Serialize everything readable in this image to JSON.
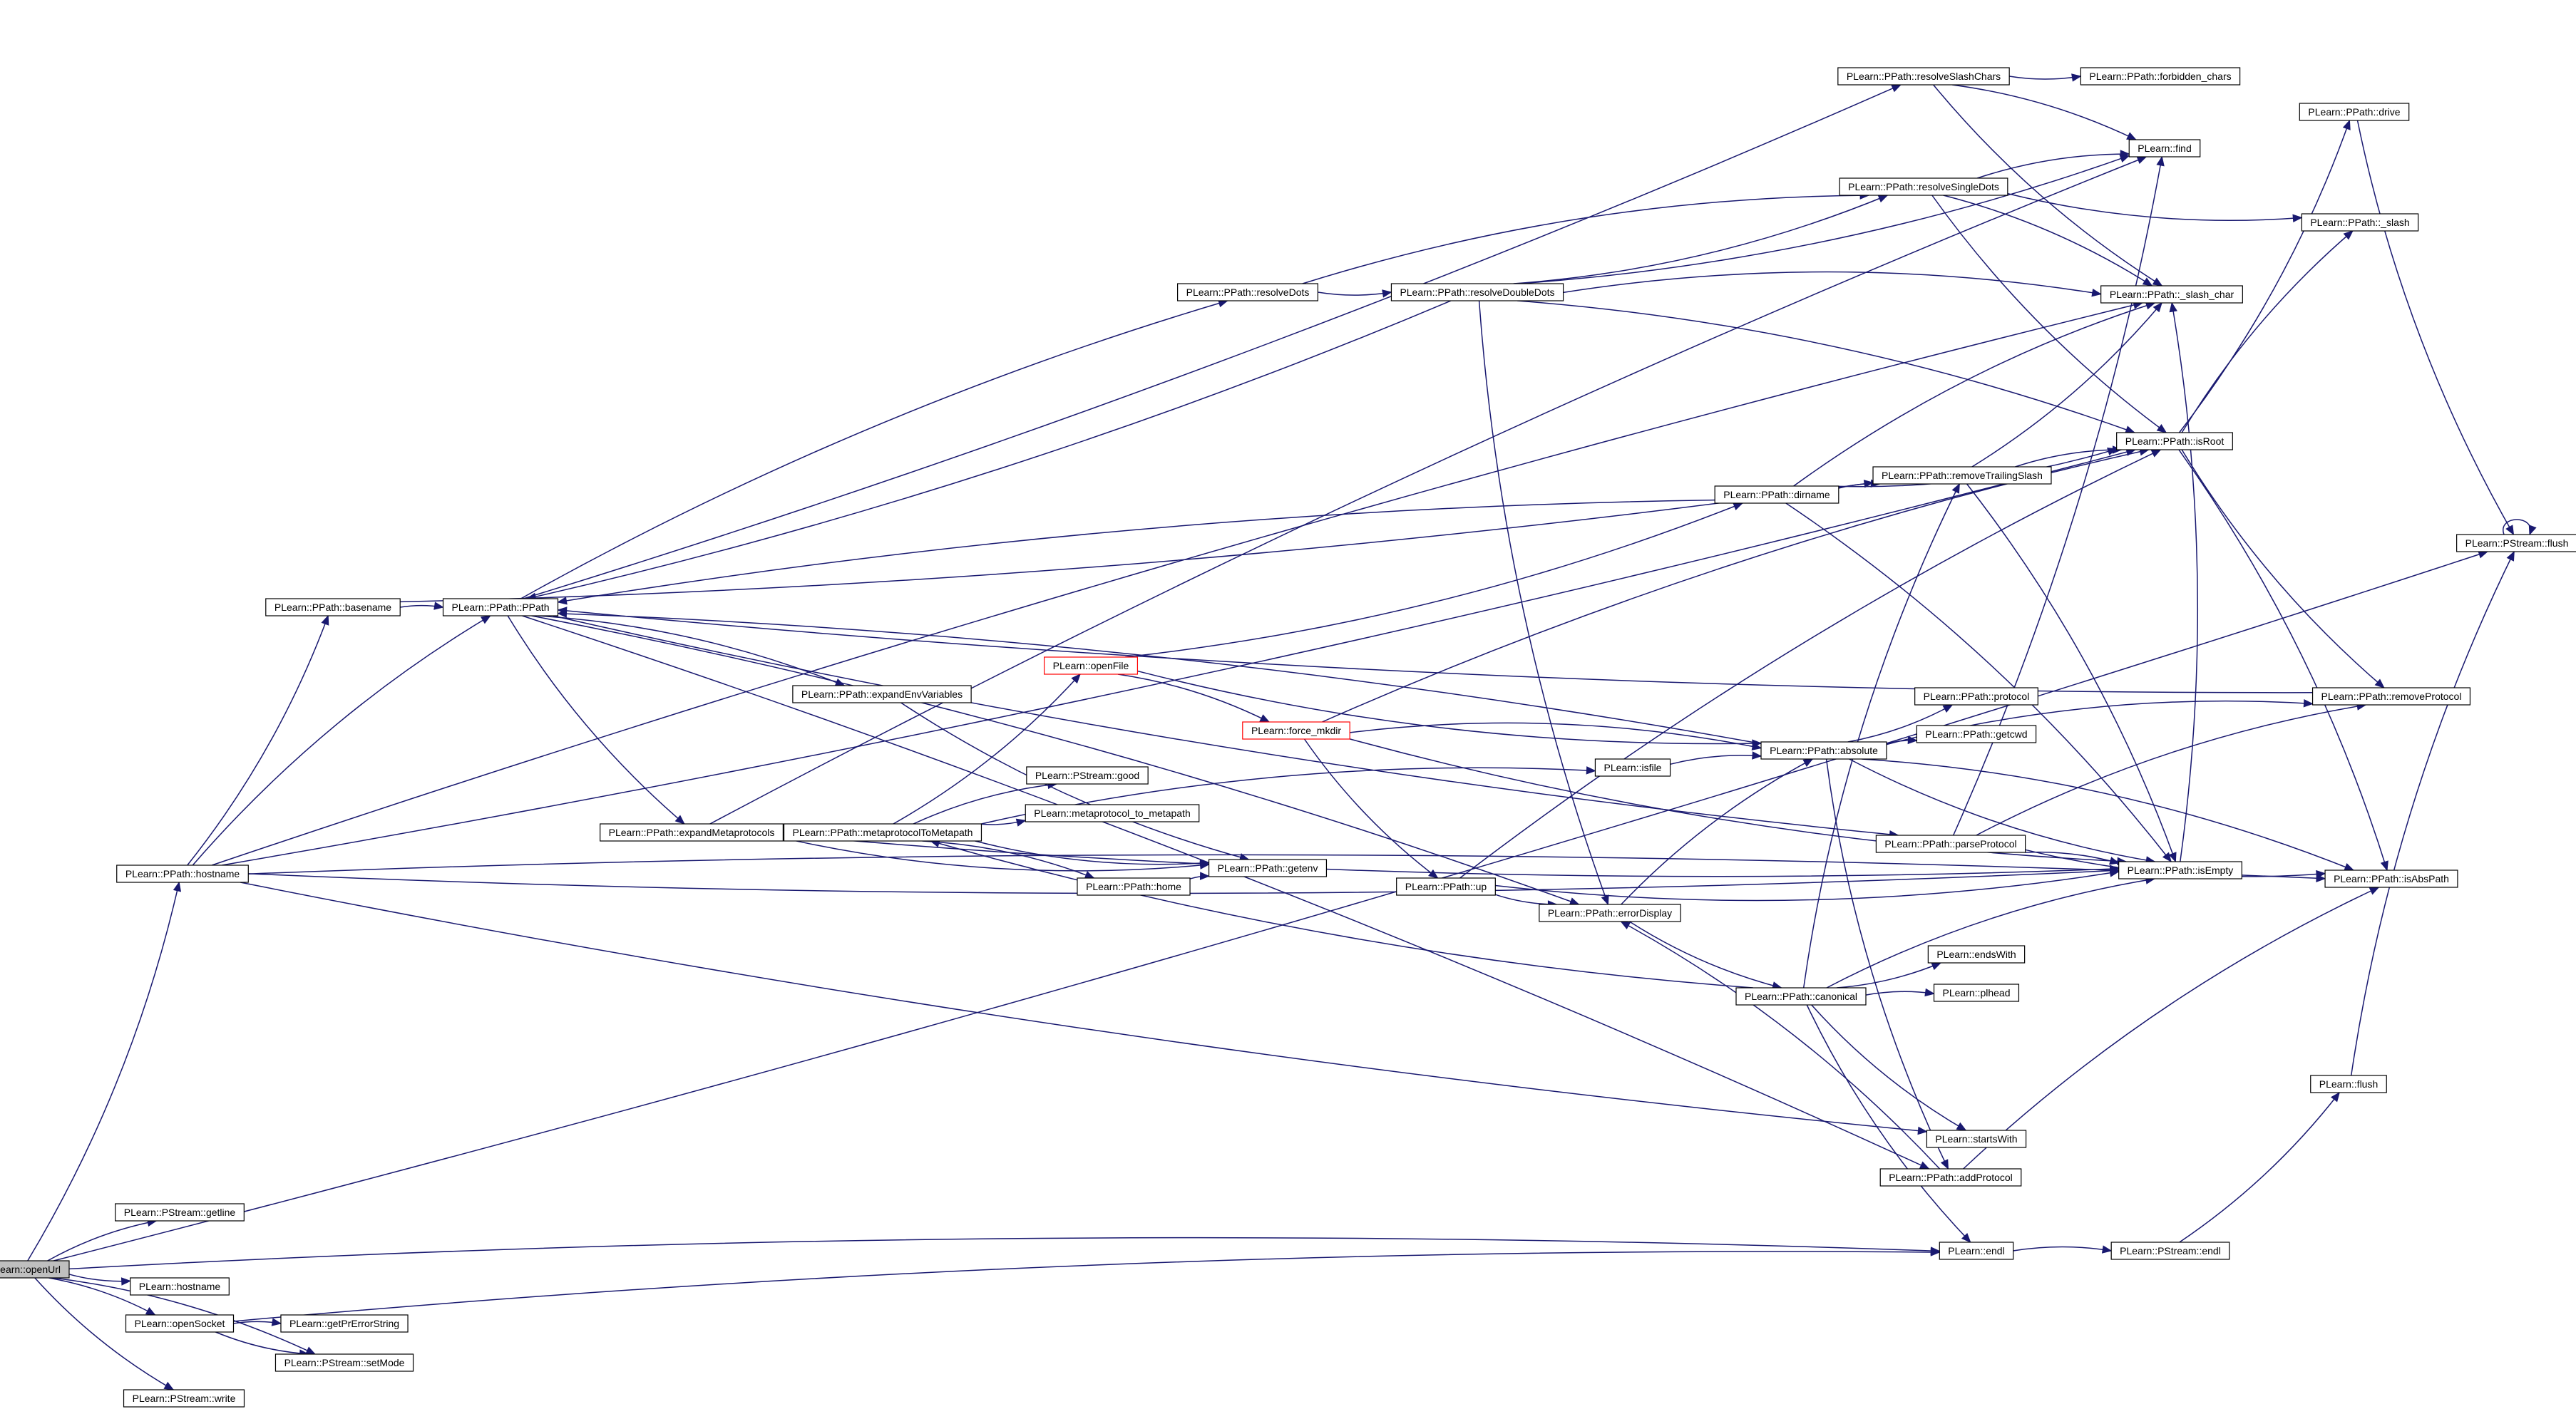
{
  "colors": {
    "edge": "#191970",
    "node_border": "#000000",
    "error_border": "#ff0000",
    "root_fill": "#bfbfbf",
    "background": "#ffffff"
  },
  "nodes": [
    {
      "id": "openUrl",
      "label": "PLearn::openUrl",
      "style": "root"
    },
    {
      "id": "getline",
      "label": "PLearn::PStream::getline"
    },
    {
      "id": "hostname",
      "label": "PLearn::hostname"
    },
    {
      "id": "openSocket",
      "label": "PLearn::openSocket"
    },
    {
      "id": "write",
      "label": "PLearn::PStream::write"
    },
    {
      "id": "getPrErrorString",
      "label": "PLearn::getPrErrorString"
    },
    {
      "id": "setMode",
      "label": "PLearn::PStream::setMode"
    },
    {
      "id": "pp_hostname",
      "label": "PLearn::PPath::hostname"
    },
    {
      "id": "basename",
      "label": "PLearn::PPath::basename"
    },
    {
      "id": "ppath",
      "label": "PLearn::PPath::PPath"
    },
    {
      "id": "expandEnv",
      "label": "PLearn::PPath::expandEnvVariables"
    },
    {
      "id": "expandMeta",
      "label": "PLearn::PPath::expandMetaprotocols"
    },
    {
      "id": "metaToMeta",
      "label": "PLearn::PPath::metaprotocolToMetapath"
    },
    {
      "id": "ps_good",
      "label": "PLearn::PStream::good"
    },
    {
      "id": "meta_to_path",
      "label": "PLearn::metaprotocol_to_metapath"
    },
    {
      "id": "home",
      "label": "PLearn::PPath::home"
    },
    {
      "id": "getenv",
      "label": "PLearn::PPath::getenv"
    },
    {
      "id": "openFile",
      "label": "PLearn::openFile",
      "style": "red"
    },
    {
      "id": "force_mkdir",
      "label": "PLearn::force_mkdir",
      "style": "red"
    },
    {
      "id": "isfile",
      "label": "PLearn::isfile"
    },
    {
      "id": "up",
      "label": "PLearn::PPath::up"
    },
    {
      "id": "errorDisplay",
      "label": "PLearn::PPath::errorDisplay"
    },
    {
      "id": "canonical",
      "label": "PLearn::PPath::canonical"
    },
    {
      "id": "absolute",
      "label": "PLearn::PPath::absolute"
    },
    {
      "id": "dirname",
      "label": "PLearn::PPath::dirname"
    },
    {
      "id": "resolveDots",
      "label": "PLearn::PPath::resolveDots"
    },
    {
      "id": "resolveDoubleDots",
      "label": "PLearn::PPath::resolveDoubleDots"
    },
    {
      "id": "resolveSlashChars",
      "label": "PLearn::PPath::resolveSlashChars"
    },
    {
      "id": "forbidden_chars",
      "label": "PLearn::PPath::forbidden_chars"
    },
    {
      "id": "resolveSingleDots",
      "label": "PLearn::PPath::resolveSingleDots"
    },
    {
      "id": "find",
      "label": "PLearn::find"
    },
    {
      "id": "slash_char",
      "label": "PLearn::PPath::_slash_char"
    },
    {
      "id": "removeTrailingSlash",
      "label": "PLearn::PPath::removeTrailingSlash"
    },
    {
      "id": "isRoot",
      "label": "PLearn::PPath::isRoot"
    },
    {
      "id": "protocol",
      "label": "PLearn::PPath::protocol"
    },
    {
      "id": "getcwd",
      "label": "PLearn::PPath::getcwd"
    },
    {
      "id": "parseProtocol",
      "label": "PLearn::PPath::parseProtocol"
    },
    {
      "id": "isEmpty",
      "label": "PLearn::PPath::isEmpty"
    },
    {
      "id": "endsWith",
      "label": "PLearn::endsWith"
    },
    {
      "id": "pl_head",
      "label": "PLearn::plhead"
    },
    {
      "id": "startsWith",
      "label": "PLearn::startsWith"
    },
    {
      "id": "addProtocol",
      "label": "PLearn::PPath::addProtocol"
    },
    {
      "id": "endl",
      "label": "PLearn::endl"
    },
    {
      "id": "ps_endl",
      "label": "PLearn::PStream::endl"
    },
    {
      "id": "drive",
      "label": "PLearn::PPath::drive"
    },
    {
      "id": "slash",
      "label": "PLearn::PPath::_slash"
    },
    {
      "id": "removeProtocol",
      "label": "PLearn::PPath::removeProtocol"
    },
    {
      "id": "isAbsPath",
      "label": "PLearn::PPath::isAbsPath"
    },
    {
      "id": "pl_flush",
      "label": "PLearn::flush"
    },
    {
      "id": "ps_flush",
      "label": "PLearn::PStream::flush"
    }
  ],
  "edges": [
    [
      "openUrl",
      "getline"
    ],
    [
      "openUrl",
      "hostname"
    ],
    [
      "openUrl",
      "openSocket"
    ],
    [
      "openUrl",
      "write"
    ],
    [
      "openUrl",
      "setMode"
    ],
    [
      "openUrl",
      "pp_hostname"
    ],
    [
      "openUrl",
      "endl"
    ],
    [
      "openUrl",
      "ps_flush"
    ],
    [
      "openSocket",
      "getPrErrorString"
    ],
    [
      "openSocket",
      "setMode"
    ],
    [
      "openSocket",
      "endl"
    ],
    [
      "pp_hostname",
      "basename"
    ],
    [
      "pp_hostname",
      "ppath"
    ],
    [
      "pp_hostname",
      "isRoot"
    ],
    [
      "pp_hostname",
      "slash_char"
    ],
    [
      "pp_hostname",
      "isEmpty"
    ],
    [
      "pp_hostname",
      "isAbsPath"
    ],
    [
      "pp_hostname",
      "startsWith"
    ],
    [
      "basename",
      "ppath"
    ],
    [
      "basename",
      "removeTrailingSlash"
    ],
    [
      "ppath",
      "expandEnv"
    ],
    [
      "ppath",
      "expandMeta"
    ],
    [
      "ppath",
      "resolveDots"
    ],
    [
      "ppath",
      "resolveSlashChars"
    ],
    [
      "ppath",
      "errorDisplay"
    ],
    [
      "ppath",
      "parseProtocol"
    ],
    [
      "ppath",
      "addProtocol"
    ],
    [
      "expandEnv",
      "getenv"
    ],
    [
      "expandMeta",
      "metaToMeta"
    ],
    [
      "expandMeta",
      "getenv"
    ],
    [
      "expandMeta",
      "find"
    ],
    [
      "expandMeta",
      "isEmpty"
    ],
    [
      "metaToMeta",
      "ps_good"
    ],
    [
      "metaToMeta",
      "meta_to_path"
    ],
    [
      "metaToMeta",
      "home"
    ],
    [
      "metaToMeta",
      "getenv"
    ],
    [
      "metaToMeta",
      "isfile"
    ],
    [
      "metaToMeta",
      "openFile"
    ],
    [
      "home",
      "getenv"
    ],
    [
      "openFile",
      "dirname"
    ],
    [
      "openFile",
      "force_mkdir"
    ],
    [
      "openFile",
      "absolute"
    ],
    [
      "force_mkdir",
      "absolute"
    ],
    [
      "force_mkdir",
      "up"
    ],
    [
      "force_mkdir",
      "isRoot"
    ],
    [
      "force_mkdir",
      "isEmpty"
    ],
    [
      "isfile",
      "absolute"
    ],
    [
      "up",
      "errorDisplay"
    ],
    [
      "up",
      "isRoot"
    ],
    [
      "up",
      "isEmpty"
    ],
    [
      "errorDisplay",
      "absolute"
    ],
    [
      "errorDisplay",
      "canonical"
    ],
    [
      "canonical",
      "removeTrailingSlash"
    ],
    [
      "canonical",
      "endsWith"
    ],
    [
      "canonical",
      "pl_head"
    ],
    [
      "canonical",
      "startsWith"
    ],
    [
      "canonical",
      "isEmpty"
    ],
    [
      "canonical",
      "endl"
    ],
    [
      "canonical",
      "metaToMeta"
    ],
    [
      "absolute",
      "protocol"
    ],
    [
      "absolute",
      "getcwd"
    ],
    [
      "absolute",
      "ppath"
    ],
    [
      "absolute",
      "isAbsPath"
    ],
    [
      "absolute",
      "isEmpty"
    ],
    [
      "absolute",
      "removeProtocol"
    ],
    [
      "absolute",
      "addProtocol"
    ],
    [
      "dirname",
      "removeTrailingSlash"
    ],
    [
      "dirname",
      "isRoot"
    ],
    [
      "dirname",
      "slash_char"
    ],
    [
      "dirname",
      "ppath"
    ],
    [
      "dirname",
      "isEmpty"
    ],
    [
      "resolveDots",
      "resolveDoubleDots"
    ],
    [
      "resolveDots",
      "resolveSingleDots"
    ],
    [
      "resolveDoubleDots",
      "find"
    ],
    [
      "resolveDoubleDots",
      "slash_char"
    ],
    [
      "resolveDoubleDots",
      "resolveSingleDots"
    ],
    [
      "resolveDoubleDots",
      "isRoot"
    ],
    [
      "resolveDoubleDots",
      "errorDisplay"
    ],
    [
      "resolveDoubleDots",
      "ppath"
    ],
    [
      "resolveSlashChars",
      "forbidden_chars"
    ],
    [
      "resolveSlashChars",
      "find"
    ],
    [
      "resolveSlashChars",
      "slash_char"
    ],
    [
      "resolveSingleDots",
      "find"
    ],
    [
      "resolveSingleDots",
      "slash"
    ],
    [
      "resolveSingleDots",
      "slash_char"
    ],
    [
      "resolveSingleDots",
      "isRoot"
    ],
    [
      "removeTrailingSlash",
      "isRoot"
    ],
    [
      "removeTrailingSlash",
      "slash_char"
    ],
    [
      "removeTrailingSlash",
      "isEmpty"
    ],
    [
      "isRoot",
      "drive"
    ],
    [
      "isRoot",
      "slash"
    ],
    [
      "isRoot",
      "removeProtocol"
    ],
    [
      "isRoot",
      "isAbsPath"
    ],
    [
      "parseProtocol",
      "find"
    ],
    [
      "parseProtocol",
      "removeProtocol"
    ],
    [
      "parseProtocol",
      "isAbsPath"
    ],
    [
      "parseProtocol",
      "isEmpty"
    ],
    [
      "isEmpty",
      "slash_char"
    ],
    [
      "addProtocol",
      "isAbsPath"
    ],
    [
      "addProtocol",
      "errorDisplay"
    ],
    [
      "removeProtocol",
      "ppath"
    ],
    [
      "drive",
      "ps_flush"
    ],
    [
      "endl",
      "ps_endl"
    ],
    [
      "ps_endl",
      "pl_flush"
    ],
    [
      "pl_flush",
      "ps_flush"
    ],
    [
      "ps_flush",
      "ps_flush"
    ]
  ]
}
